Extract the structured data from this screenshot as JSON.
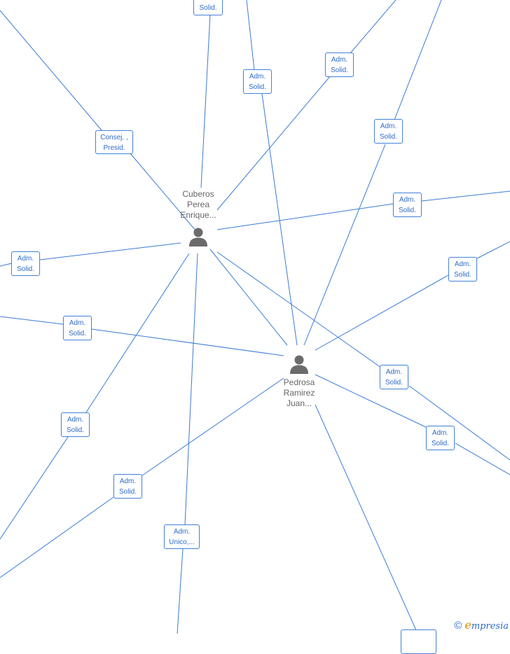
{
  "colors": {
    "edge": "#3a7bd5",
    "box_border": "#4a86d8",
    "box_text": "#2f6bc8",
    "person_text": "#666666",
    "person_icon": "#6b6b6b",
    "brand_accent": "#e58a00"
  },
  "persons": [
    {
      "id": "cuberos",
      "lines": [
        "Cuberos",
        "Perea",
        "Enrique..."
      ],
      "icon": "person-icon"
    },
    {
      "id": "pedrosa",
      "lines": [
        "Pedrosa",
        "Ramirez",
        "Juan..."
      ],
      "icon": "person-icon"
    }
  ],
  "roles": [
    {
      "id": "r0",
      "l1": "",
      "l2": "Solid."
    },
    {
      "id": "r1",
      "l1": "Consej. ,",
      "l2": "Presid."
    },
    {
      "id": "r2",
      "l1": "Adm.",
      "l2": "Solid."
    },
    {
      "id": "r3",
      "l1": "Adm.",
      "l2": "Solid."
    },
    {
      "id": "r4",
      "l1": "Adm.",
      "l2": "Solid."
    },
    {
      "id": "r5",
      "l1": "Adm.",
      "l2": "Solid."
    },
    {
      "id": "r6",
      "l1": "Adm.",
      "l2": "Solid."
    },
    {
      "id": "r7",
      "l1": "Adm.",
      "l2": "Solid."
    },
    {
      "id": "r8",
      "l1": "Adm.",
      "l2": "Solid."
    },
    {
      "id": "r9",
      "l1": "Adm.",
      "l2": "Solid."
    },
    {
      "id": "r10",
      "l1": "Adm.",
      "l2": "Solid."
    },
    {
      "id": "r11",
      "l1": "Adm.",
      "l2": "Solid."
    },
    {
      "id": "r12",
      "l1": "Adm.",
      "l2": "Solid."
    },
    {
      "id": "r13",
      "l1": "Adm.",
      "l2": "Unico,..."
    },
    {
      "id": "r14",
      "l1": "",
      "l2": ""
    }
  ],
  "brand": {
    "copyright": "©",
    "initial": "e",
    "rest": "mpresia"
  }
}
